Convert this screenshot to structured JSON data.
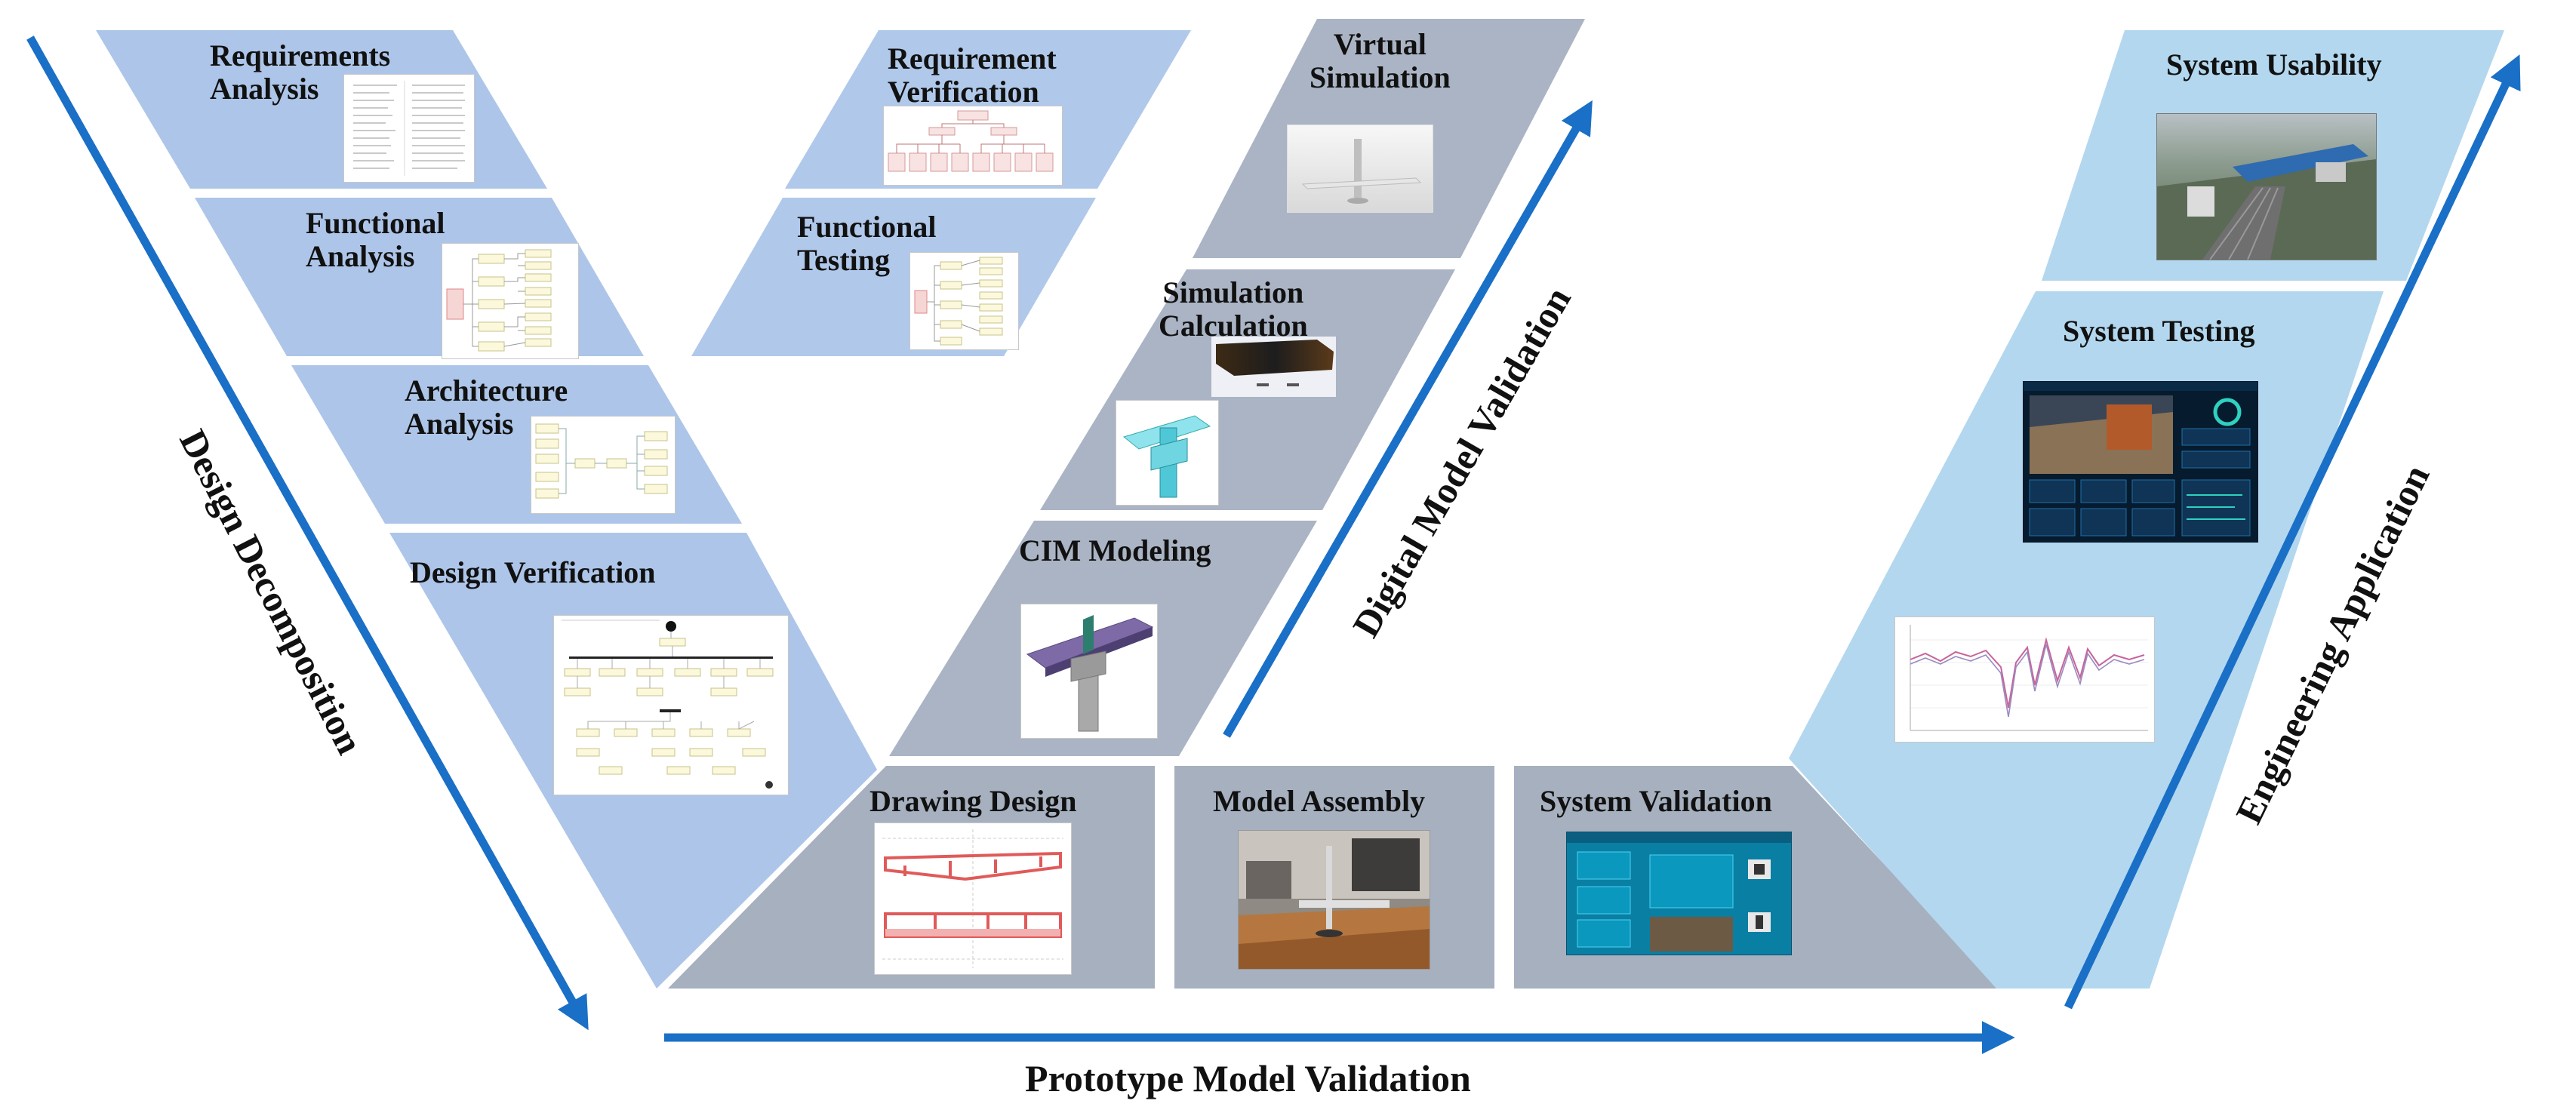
{
  "colors": {
    "left_panel": "#adc5e8",
    "mid_left_panel": "#b0c8ea",
    "digital_panel": "#aab4c4",
    "bottom_panel": "#a6b0bf",
    "right_panel": "#b3d7ee",
    "arrow": "#1a6fc6"
  },
  "axes": {
    "design_decomposition": "Design Decomposition",
    "digital_model_validation": "Digital Model Validation",
    "engineering_application": "Engineering Application",
    "prototype_model_validation": "Prototype Model Validation"
  },
  "steps": {
    "requirements_analysis": "Requirements\nAnalysis",
    "functional_analysis": "Functional\nAnalysis",
    "architecture_analysis": "Architecture\nAnalysis",
    "design_verification": "Design Verification",
    "requirement_verification": "Requirement\nVerification",
    "functional_testing": "Functional\nTesting",
    "virtual_simulation": "Virtual\nSimulation",
    "simulation_calculation": "Simulation\nCalculation",
    "cim_modeling": "CIM Modeling",
    "drawing_design": "Drawing Design",
    "model_assembly": "Model Assembly",
    "system_validation": "System Validation",
    "system_usability": "System Usability",
    "system_testing": "System Testing"
  }
}
